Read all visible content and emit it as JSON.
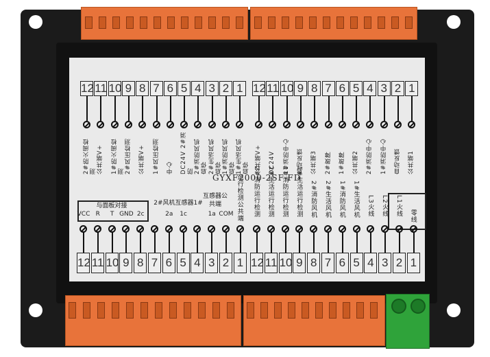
{
  "model": "GYXF2000-2SF-FD",
  "colors": {
    "housing": "#1b1b1b",
    "terminal_orange": "#e8733a",
    "connector_green": "#2fa33a",
    "panel": "#eaeaea"
  },
  "top_left": {
    "numbers": [
      "12",
      "11",
      "10",
      "9",
      "8",
      "7",
      "6",
      "5",
      "4",
      "3",
      "2",
      "1"
    ],
    "labels": [
      "2#防火阀检测",
      "公共端V+",
      "1#防火阀检测",
      "2#风压检测",
      "公共端V+",
      "1#风压检测",
      "中心",
      "DC24V 2#消防",
      "2#消防风机启停",
      "2#生活风机启停",
      "1#消防风机启停",
      "1#生活风机启停"
    ]
  },
  "top_right": {
    "numbers": [
      "12",
      "11",
      "10",
      "9",
      "8",
      "7",
      "6",
      "5",
      "4",
      "3",
      "2",
      "1"
    ],
    "labels": [
      "公共端V+",
      "DC24V",
      "1#消防中心",
      "启动反馈",
      "公共端3",
      "2#故障",
      "1#故障",
      "公共端2",
      "2#消防中心",
      "1#消防中心",
      "自动反馈",
      "公共端1"
    ]
  },
  "bottom_left": {
    "group_label": "与面板对接",
    "sensor_label": "2#风机互感器1#",
    "numbers": [
      "12",
      "11",
      "10",
      "9",
      "8",
      "7",
      "6",
      "5",
      "4",
      "3",
      "2",
      "1"
    ],
    "labels": [
      "VCC",
      "R",
      "T",
      "GND",
      "2c",
      "",
      "2a",
      "1c",
      "",
      "1a",
      "COM",
      "运行检测公共端"
    ],
    "extra_label": "互感器公共端"
  },
  "bottom_right": {
    "numbers": [
      "12",
      "11",
      "10",
      "9",
      "8",
      "7",
      "6",
      "5",
      "4",
      "3",
      "2",
      "1"
    ],
    "labels": [
      "2#消防运行检测",
      "2#生活运行检测",
      "1#消防运行检测",
      "1#生活运行检测",
      "2#消防风机",
      "2#生活风机",
      "1#消防风机",
      "1#生活风机",
      "L3火线",
      "L2火线",
      "L1火线",
      "零线"
    ]
  }
}
